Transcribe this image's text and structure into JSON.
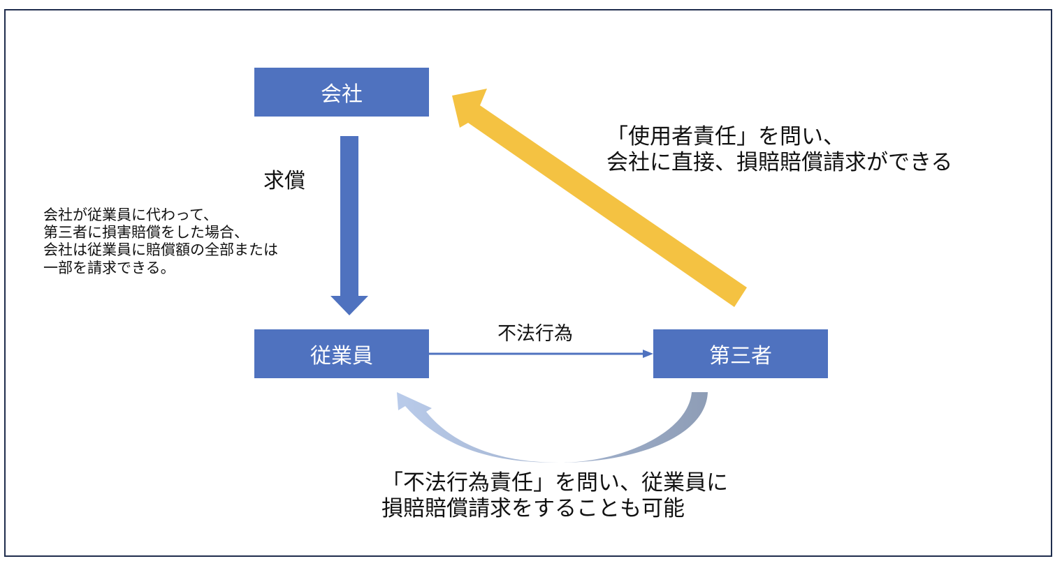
{
  "nodes": {
    "company": "会社",
    "employee": "従業員",
    "third_party": "第三者"
  },
  "edges": {
    "reimbursement": {
      "label": "求償",
      "description": "会社が従業員に代わって、\n第三者に損害賠償をした場合、\n会社は従業員に賠償額の全部または\n一部を請求できる。"
    },
    "tort": {
      "label": "不法行為"
    },
    "employer_liability": {
      "label": "「使用者責任」を問い、\n会社に直接、損賠賠償請求ができる"
    },
    "tort_liability": {
      "label": "「不法行為責任」を問い、従業員に\n損賠賠償請求をすることも可能"
    }
  },
  "colors": {
    "node_fill": "#4f72bf",
    "yellow_arrow": "#f4c242",
    "curved_arrow_start": "#b4c6e7",
    "curved_arrow_end": "#8d9db6",
    "frame": "#1f2d4d"
  }
}
